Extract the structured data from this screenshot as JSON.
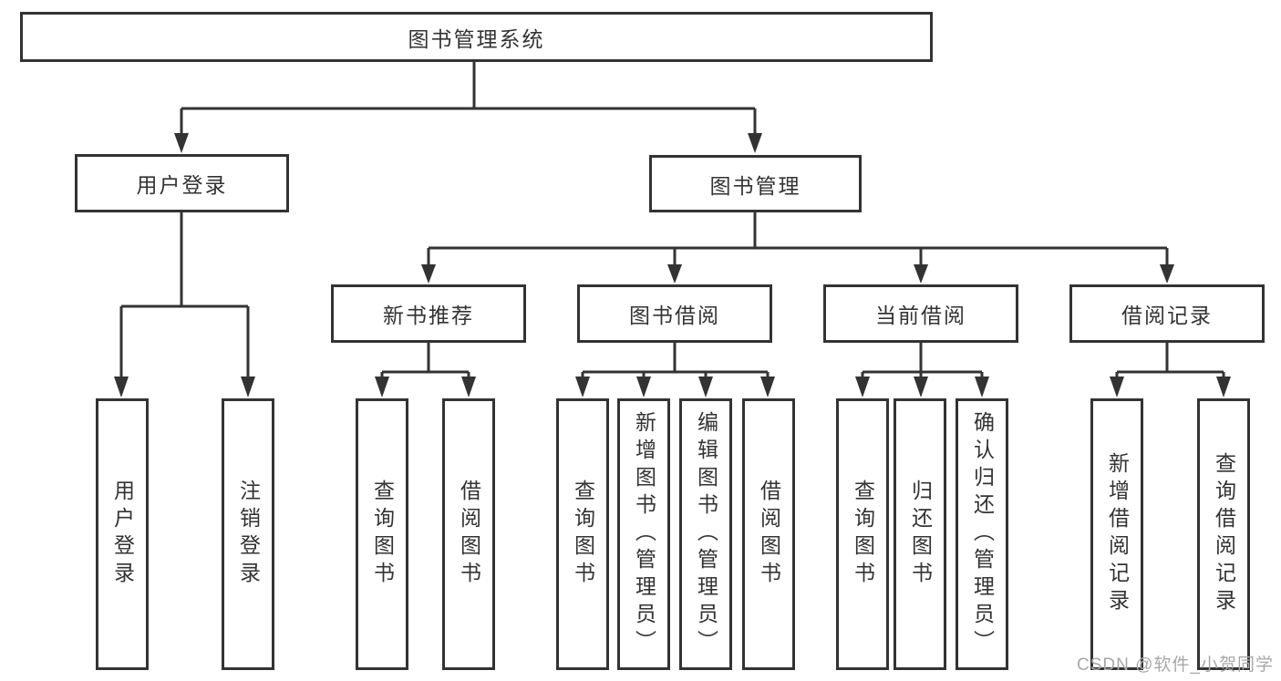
{
  "colors": {
    "line": "#333333",
    "text": "#333333",
    "box_border": "#333333",
    "box_fill": "#ffffff",
    "watermark": "#a8a8a8"
  },
  "watermark": "CSDN @软件_小贺同学",
  "tree": {
    "label": "图书管理系统",
    "children": [
      {
        "label": "用户登录",
        "children": [
          {
            "label": "用户登录"
          },
          {
            "label": "注销登录"
          }
        ]
      },
      {
        "label": "图书管理",
        "children": [
          {
            "label": "新书推荐",
            "children": [
              {
                "label": "查询图书"
              },
              {
                "label": "借阅图书"
              }
            ]
          },
          {
            "label": "图书借阅",
            "children": [
              {
                "label": "查询图书"
              },
              {
                "label": "新增图书（管理员）"
              },
              {
                "label": "编辑图书（管理员）"
              },
              {
                "label": "借阅图书"
              }
            ]
          },
          {
            "label": "当前借阅",
            "children": [
              {
                "label": "查询图书"
              },
              {
                "label": "归还图书"
              },
              {
                "label": "确认归还（管理员）"
              }
            ]
          },
          {
            "label": "借阅记录",
            "children": [
              {
                "label": "新增借阅记录"
              },
              {
                "label": "查询借阅记录"
              }
            ]
          }
        ]
      }
    ]
  }
}
